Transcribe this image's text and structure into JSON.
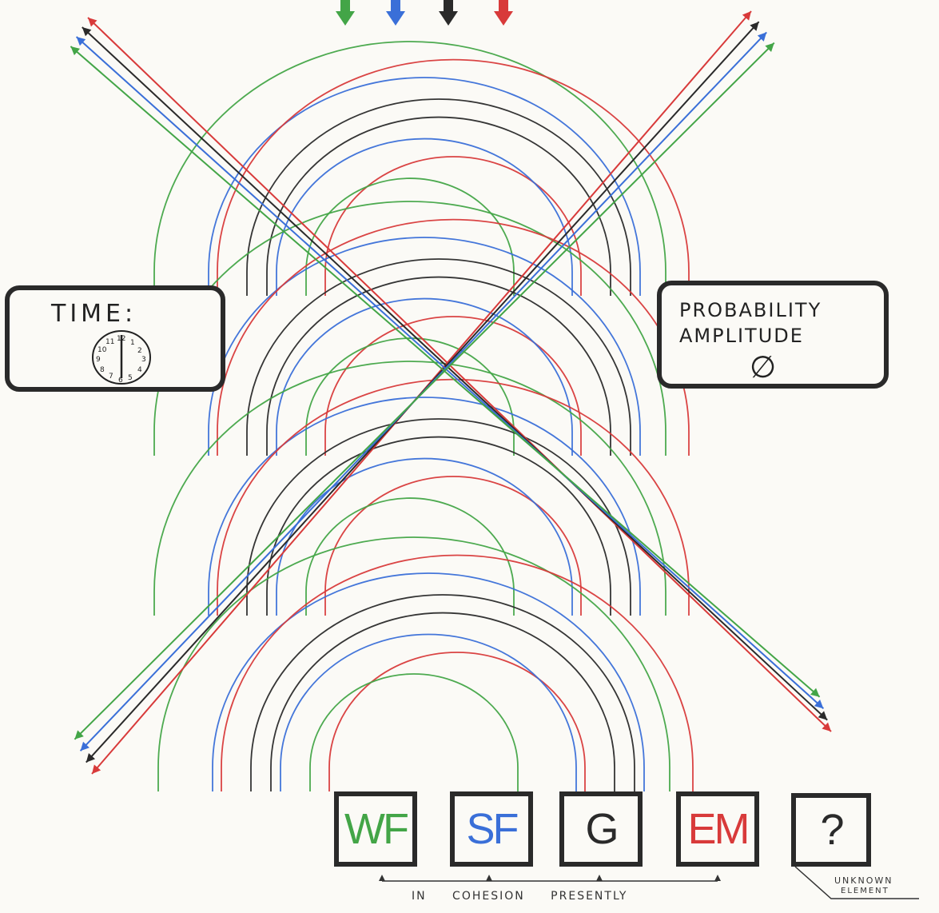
{
  "colors": {
    "green": "#43a547",
    "blue": "#3a6fd8",
    "black": "#2a2a2a",
    "red": "#d83a3a",
    "paper": "#fbfaf6"
  },
  "time_box": {
    "label": "TIME:",
    "icon": "clock-icon"
  },
  "probability_box": {
    "line1": "PROBABILITY",
    "line2": "AMPLITUDE",
    "symbol": "∅"
  },
  "elements": [
    {
      "label": "WF",
      "color": "#43a547"
    },
    {
      "label": "SF",
      "color": "#3a6fd8"
    },
    {
      "label": "G",
      "color": "#2a2a2a"
    },
    {
      "label": "EM",
      "color": "#d83a3a"
    },
    {
      "label": "?",
      "color": "#2a2a2a"
    }
  ],
  "cohesion_label": "IN COHESION PRESENTLY",
  "unknown_label": {
    "line1": "UNKNOWN",
    "line2": "ELEMENT"
  }
}
